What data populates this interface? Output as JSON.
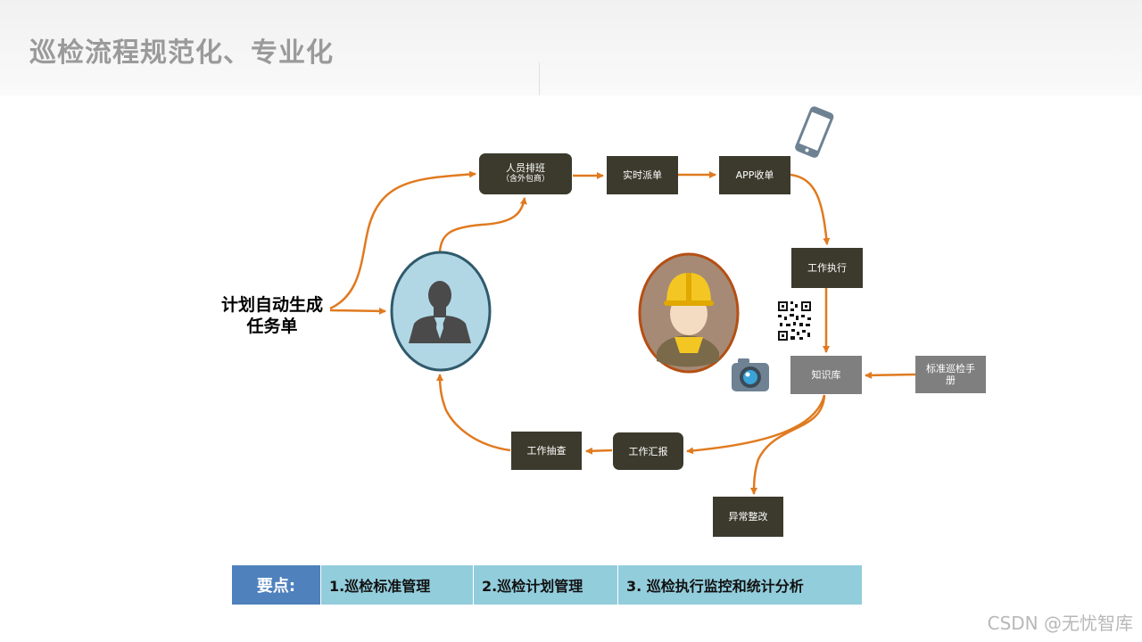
{
  "header": {
    "title": "巡检流程规范化、专业化"
  },
  "diagram": {
    "start_text": [
      "计划自动生成",
      "任务单"
    ],
    "steps": {
      "personnel_schedule": {
        "label": "人员排班",
        "sub": "（含外包商）"
      },
      "realtime_dispatch": "实时派单",
      "app_receive": "APP收单",
      "work_execution": "工作执行",
      "knowledge_base": "知识库",
      "standard_manual": "标准巡检手册",
      "work_report": "工作汇报",
      "work_spotcheck": "工作抽查",
      "abnormal_rectify": "异常整改"
    },
    "icons": [
      "manager-avatar-icon",
      "worker-avatar-icon",
      "smartphone-icon",
      "qr-code-icon",
      "camera-icon"
    ],
    "colors": {
      "arrow": "#e07a1f",
      "dark_box": "#3b3a2c",
      "grey_box": "#7f7f7f"
    }
  },
  "keypoints": {
    "head": "要点:",
    "items": [
      "1.巡检标准管理",
      "2.巡检计划管理",
      "3. 巡检执行监控和统计分析"
    ],
    "colors": {
      "head_bg": "#4f81bd",
      "item_bg": "#92cddc"
    }
  },
  "watermark": "CSDN @无忧智库"
}
